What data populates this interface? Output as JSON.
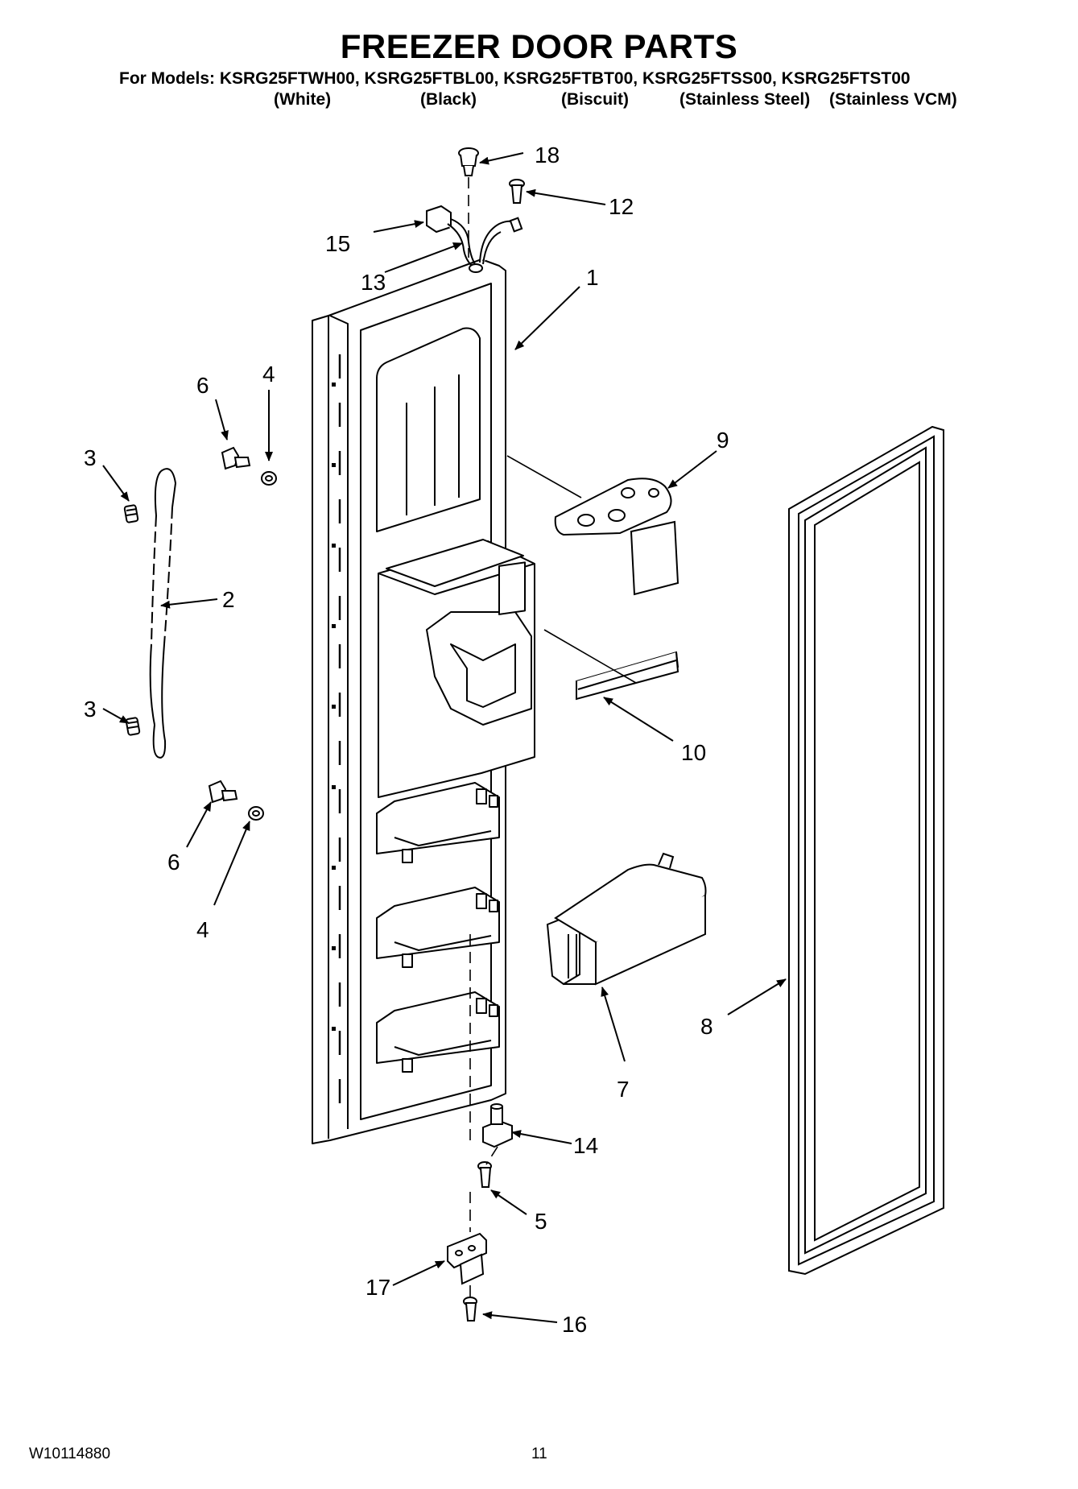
{
  "header": {
    "title": "FREEZER DOOR PARTS",
    "models": "For Models: KSRG25FTWH00, KSRG25FTBL00, KSRG25FTBT00, KSRG25FTSS00, KSRG25FTST00",
    "finishes": [
      "(White)",
      "(Black)",
      "(Biscuit)",
      "(Stainless Steel)",
      "(Stainless VCM)"
    ]
  },
  "callouts": {
    "n1": "1",
    "n2": "2",
    "n3a": "3",
    "n3b": "3",
    "n4a": "4",
    "n4b": "4",
    "n5": "5",
    "n6a": "6",
    "n6b": "6",
    "n7": "7",
    "n8": "8",
    "n9": "9",
    "n10": "10",
    "n12": "12",
    "n13": "13",
    "n14": "14",
    "n15": "15",
    "n16": "16",
    "n17": "17",
    "n18": "18"
  },
  "footer": {
    "doc_number": "W10114880",
    "page": "11"
  }
}
